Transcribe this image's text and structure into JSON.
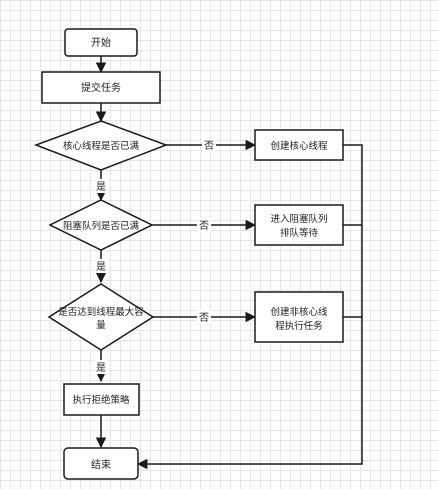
{
  "flow": {
    "start": "开始",
    "submit": "提交任务",
    "decision_core": "核心线程是否已满",
    "create_core": "创建核心线程",
    "decision_queue": "阻塞队列是否已满",
    "enqueue_line1": "进入阻塞队列",
    "enqueue_line2": "排队等待",
    "decision_max_line1": "是否达到线程最大容",
    "decision_max_line2": "量",
    "create_noncore_line1": "创建非核心线",
    "create_noncore_line2": "程执行任务",
    "reject": "执行拒绝策略",
    "end": "结束"
  },
  "labels": {
    "yes": "是",
    "no": "否"
  },
  "colors": {
    "node_fill": "#ffffff",
    "stroke": "#1a1a1a",
    "grid": "#e6e6e6"
  }
}
